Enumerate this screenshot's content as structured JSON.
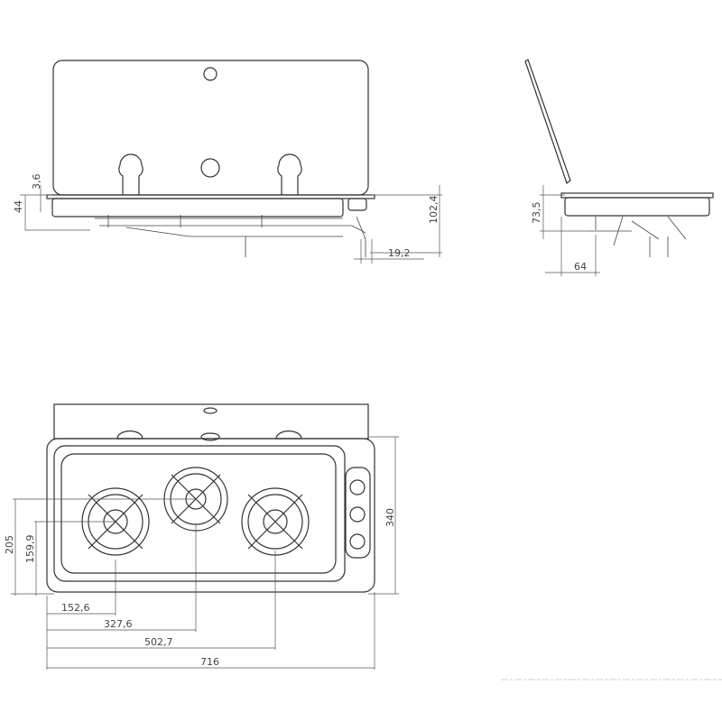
{
  "dimensions": {
    "front": {
      "lid_gap": "3,6",
      "height_44": "44",
      "total_height": "102,4",
      "offset": "19,2"
    },
    "side": {
      "height": "73,5",
      "depth": "64"
    },
    "top": {
      "burner_y1": "205",
      "burner_y2": "159,9",
      "depth": "340",
      "x1": "152,6",
      "x2": "327,6",
      "x3": "502,7",
      "width": "716"
    }
  },
  "colors": {
    "line": "#333333",
    "background": "#ffffff"
  }
}
